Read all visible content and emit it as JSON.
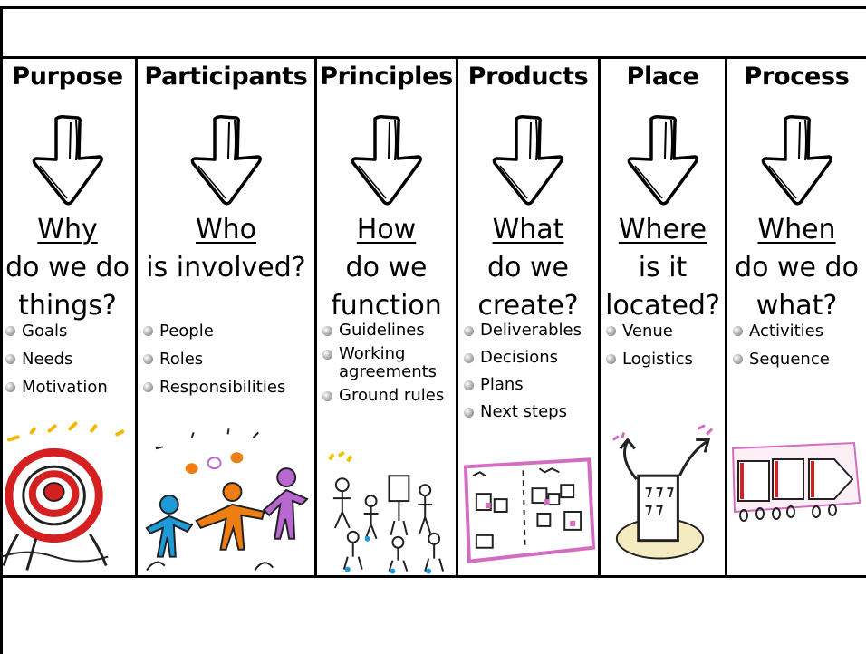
{
  "colors": {
    "line": "#000000",
    "target_red": "#d42020",
    "stick_blue": "#1e9ad8",
    "stick_orange": "#ee7d14",
    "stick_purple": "#b967d1",
    "board_pink": "#d46dc2"
  },
  "columns": [
    {
      "header": "Purpose",
      "question_word": "Why",
      "question_rest": [
        "do we do",
        "things?"
      ],
      "bullets": [
        "Goals",
        "Needs",
        "Motivation"
      ],
      "icon": "target-sketch-icon"
    },
    {
      "header": "Participants",
      "question_word": "Who",
      "question_rest": [
        "is involved?"
      ],
      "bullets": [
        "People",
        "Roles",
        "Responsibilities"
      ],
      "icon": "people-sketch-icon"
    },
    {
      "header": "Principles",
      "question_word": "How",
      "question_rest": [
        "do we",
        "function"
      ],
      "bullets": [
        "Guidelines",
        "Working agreements",
        "Ground rules"
      ],
      "icon": "group-sketch-icon"
    },
    {
      "header": "Products",
      "question_word": "What",
      "question_rest": [
        "do we",
        "create?"
      ],
      "bullets": [
        "Deliverables",
        "Decisions",
        "Plans",
        "Next steps"
      ],
      "icon": "board-sketch-icon"
    },
    {
      "header": "Place",
      "question_word": "Where",
      "question_rest": [
        "is it",
        "located?"
      ],
      "bullets": [
        "Venue",
        "Logistics"
      ],
      "icon": "building-sketch-icon"
    },
    {
      "header": "Process",
      "question_word": "When",
      "question_rest": [
        "do we do",
        "what?"
      ],
      "bullets": [
        "Activities",
        "Sequence"
      ],
      "icon": "process-sketch-icon"
    }
  ]
}
